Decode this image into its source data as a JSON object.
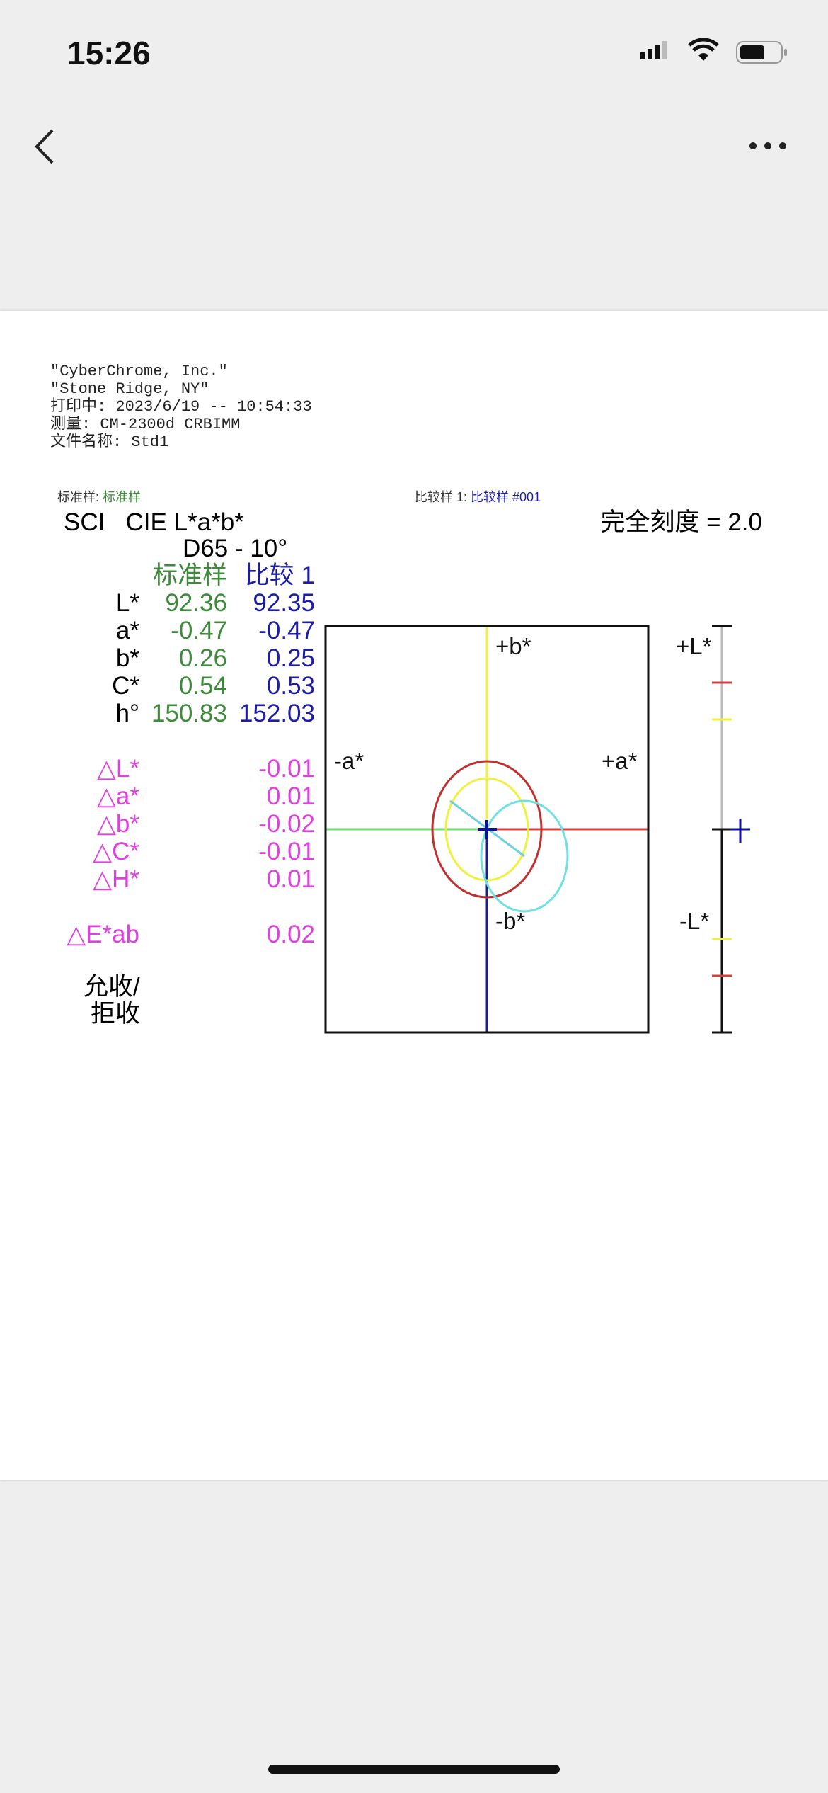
{
  "status_bar": {
    "time": "15:26"
  },
  "nav": {
    "back_icon": "chevron-left-icon",
    "more_icon": "ellipsis-icon"
  },
  "header": {
    "lines": [
      "\"CyberChrome, Inc.\"",
      "\"Stone Ridge, NY\"",
      "打印中: 2023/6/19 -- 10:54:33",
      "测量: CM-2300d   CRBIMM",
      "文件名称:  Std1"
    ]
  },
  "standard": {
    "label": "标准样:",
    "value": "标准样"
  },
  "comparison": {
    "label": "比较样 1:",
    "value": "比较样 #001"
  },
  "mode": "SCI   CIE L*a*b*",
  "full_scale": "完全刻度 = 2.0",
  "illuminant": "D65 - 10°",
  "columns": {
    "std": "标准样",
    "cmp": "比较 1"
  },
  "rows": [
    {
      "label": "L*",
      "std": "92.36",
      "cmp": "92.35"
    },
    {
      "label": "a*",
      "std": "-0.47",
      "cmp": "-0.47"
    },
    {
      "label": "b*",
      "std": "0.26",
      "cmp": "0.25"
    },
    {
      "label": "C*",
      "std": "0.54",
      "cmp": "0.53"
    },
    {
      "label": "h°",
      "std": "150.83",
      "cmp": "152.03"
    }
  ],
  "deltas": [
    {
      "label": "△L*",
      "value": "-0.01"
    },
    {
      "label": "△a*",
      "value": "0.01"
    },
    {
      "label": "△b*",
      "value": "-0.02"
    },
    {
      "label": "△C*",
      "value": "-0.01"
    },
    {
      "label": "△H*",
      "value": "0.01"
    }
  ],
  "delta_e": {
    "label": "△E*ab",
    "value": "0.02"
  },
  "pass_fail": [
    "允收/",
    "拒收"
  ],
  "plot": {
    "plus_b": "+b*",
    "minus_b": "-b*",
    "plus_a": "+a*",
    "minus_a": "-a*",
    "plus_L": "+L*",
    "minus_L": "-L*"
  }
}
